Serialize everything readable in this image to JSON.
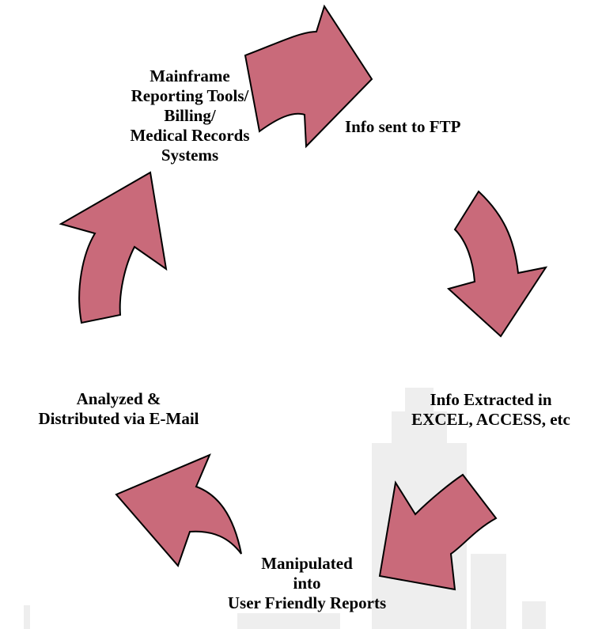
{
  "colors": {
    "arrow_fill": "#c96a7a",
    "arrow_stroke": "#000000",
    "background": "#ffffff",
    "watermark": "#eeeeee"
  },
  "nodes": {
    "mainframe": [
      "Mainframe",
      "Reporting Tools/",
      "Billing/",
      "Medical Records",
      "Systems"
    ],
    "ftp": [
      "Info sent to FTP"
    ],
    "extracted": [
      "Info Extracted in",
      "EXCEL, ACCESS, etc"
    ],
    "manipulated": [
      "Manipulated",
      "into",
      "User Friendly Reports"
    ],
    "analyzed": [
      "Analyzed &",
      "Distributed via E-Mail"
    ]
  }
}
